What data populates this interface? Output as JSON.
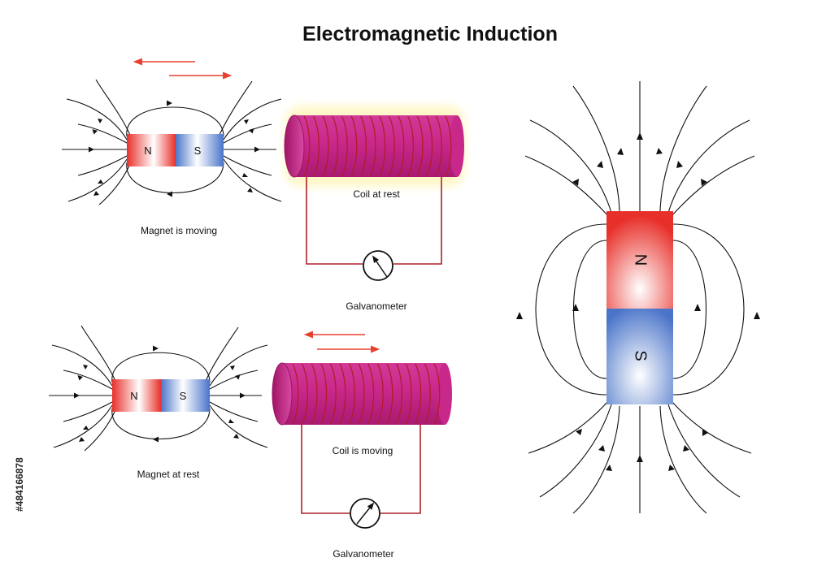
{
  "title": "Electromagnetic Induction",
  "top_panel": {
    "magnet_north": "N",
    "magnet_south": "S",
    "magnet_caption": "Magnet is moving",
    "coil_caption": "Coil at rest",
    "meter_caption": "Galvanometer"
  },
  "bottom_panel": {
    "magnet_north": "N",
    "magnet_south": "S",
    "magnet_caption": "Magnet at rest",
    "coil_caption": "Coil is moving",
    "meter_caption": "Galvanometer"
  },
  "big_magnet": {
    "north": "N",
    "south": "S"
  },
  "stock_id": "#484166878",
  "colors": {
    "north": "#e8302a",
    "south": "#4a74c9",
    "coil": "#c8288a",
    "wire": "#b0202a",
    "arrow": "#e8402e"
  },
  "icons": [
    "motion-arrow-left-icon",
    "motion-arrow-right-icon",
    "galvanometer-icon"
  ]
}
